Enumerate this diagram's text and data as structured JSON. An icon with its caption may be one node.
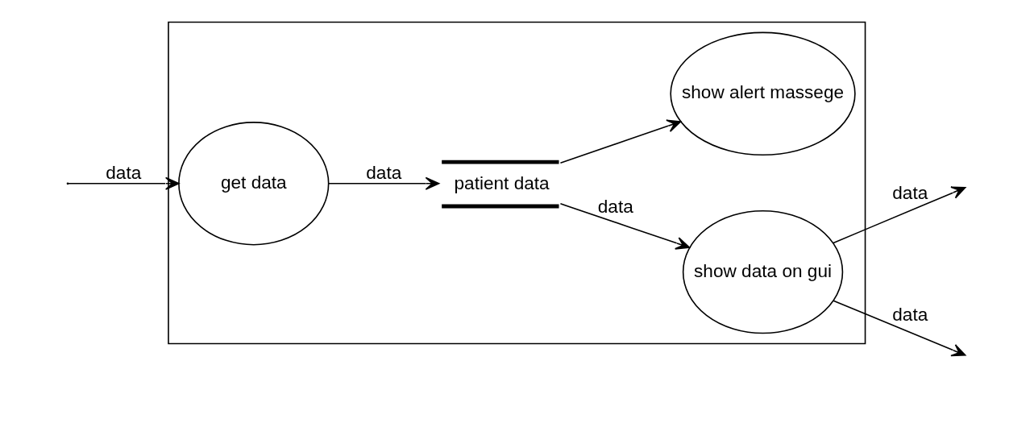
{
  "diagram": {
    "nodes": [
      {
        "text": [],
        "shape": "box"
      },
      {
        "text": [
          "get data"
        ],
        "in": 0
      },
      {
        "text": [
          "show data on gui"
        ],
        "in": 0
      },
      {
        "text": [
          "show alert massege"
        ],
        "in": 0
      },
      {
        "text": [
          "patient data"
        ],
        "in": 0
      }
    ],
    "edges": [
      {
        "from": null,
        "to": 1,
        "arrow": "to",
        "label": "data"
      },
      {
        "from": 1,
        "to": 4,
        "arrow": "to",
        "label": "data"
      },
      {
        "from": 4,
        "to": 2,
        "arrow": "to",
        "label": "data"
      },
      {
        "from": 4,
        "to": 3,
        "arrow": "to"
      },
      {
        "from": 2,
        "to": null,
        "arrow": "to",
        "label": "data"
      },
      {
        "from": 2,
        "to": null,
        "arrow": "to",
        "label": "data"
      }
    ]
  }
}
